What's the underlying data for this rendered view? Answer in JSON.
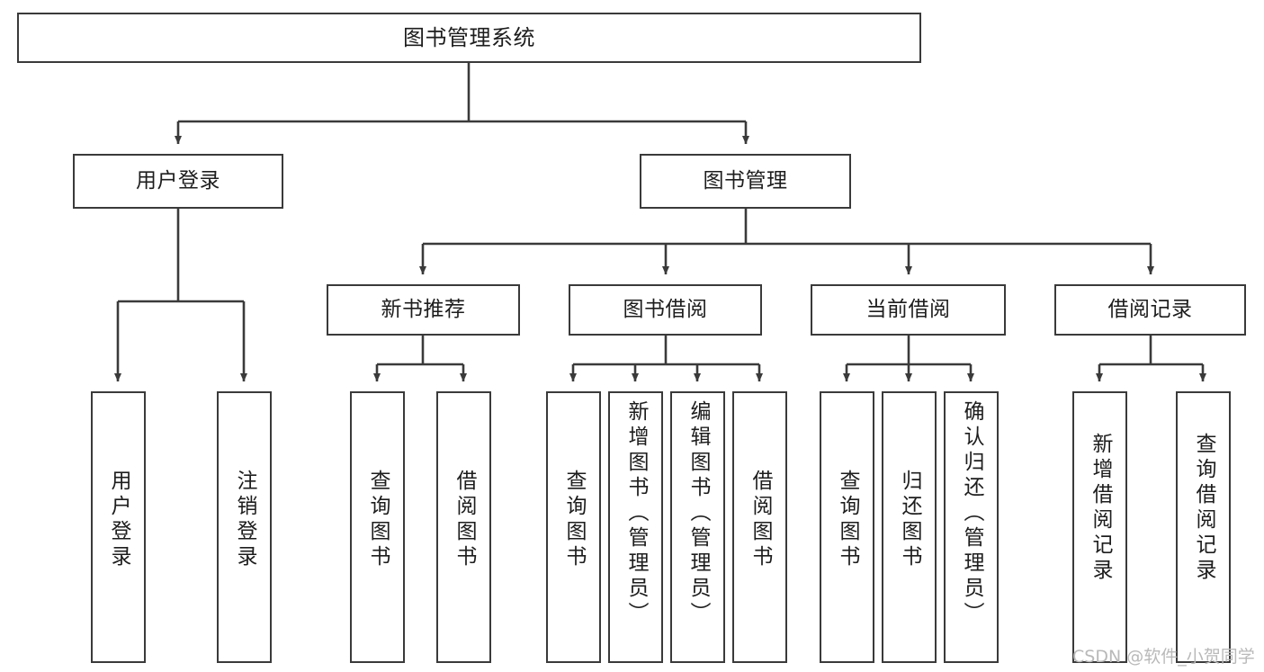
{
  "diagram": {
    "title": "图书管理系统",
    "type": "tree-hierarchy",
    "watermark": "CSDN @软件_小贺同学",
    "colors": {
      "background": "#ffffff",
      "node_border": "#3a3a3a",
      "node_fill": "#ffffff",
      "edge": "#3a3a3a",
      "text": "#1d1d1d",
      "watermark": "#b9b9b9"
    },
    "levels": {
      "level1": [
        "图书管理系统"
      ],
      "level2": [
        "用户登录",
        "图书管理"
      ],
      "level3": [
        "新书推荐",
        "图书借阅",
        "当前借阅",
        "借阅记录"
      ],
      "level4": [
        "用户登录",
        "注销登录",
        "查询图书",
        "借阅图书",
        "查询图书",
        "新增图书（管理员）",
        "编辑图书（管理员）",
        "借阅图书",
        "查询图书",
        "归还图书",
        "确认归还（管理员）",
        "新增借阅记录",
        "查询借阅记录"
      ]
    },
    "nodes": {
      "root": {
        "id": "root",
        "label": "图书管理系统",
        "level": 1,
        "orientation": "horizontal"
      },
      "user_login": {
        "id": "user_login",
        "label": "用户登录",
        "level": 2,
        "orientation": "horizontal"
      },
      "book_mgmt": {
        "id": "book_mgmt",
        "label": "图书管理",
        "level": 2,
        "orientation": "horizontal"
      },
      "new_book_rec": {
        "id": "new_book_rec",
        "label": "新书推荐",
        "level": 3,
        "orientation": "horizontal"
      },
      "book_borrow": {
        "id": "book_borrow",
        "label": "图书借阅",
        "level": 3,
        "orientation": "horizontal"
      },
      "current_borrow": {
        "id": "current_borrow",
        "label": "当前借阅",
        "level": 3,
        "orientation": "horizontal"
      },
      "borrow_record": {
        "id": "borrow_record",
        "label": "借阅记录",
        "level": 3,
        "orientation": "horizontal"
      },
      "leaf_user_login": {
        "id": "leaf_user_login",
        "label": "用户登录",
        "level": 4,
        "orientation": "vertical",
        "parent": "用户登录"
      },
      "leaf_logout": {
        "id": "leaf_logout",
        "label": "注销登录",
        "level": 4,
        "orientation": "vertical",
        "parent": "用户登录"
      },
      "leaf_query_book_a": {
        "id": "leaf_query_book_a",
        "label": "查询图书",
        "level": 4,
        "orientation": "vertical",
        "parent": "新书推荐"
      },
      "leaf_borrow_book_a": {
        "id": "leaf_borrow_book_a",
        "label": "借阅图书",
        "level": 4,
        "orientation": "vertical",
        "parent": "新书推荐"
      },
      "leaf_query_book_b": {
        "id": "leaf_query_book_b",
        "label": "查询图书",
        "level": 4,
        "orientation": "vertical",
        "parent": "图书借阅"
      },
      "leaf_add_book": {
        "id": "leaf_add_book",
        "label": "新增图书（管理员）",
        "level": 4,
        "orientation": "vertical",
        "parent": "图书借阅"
      },
      "leaf_edit_book": {
        "id": "leaf_edit_book",
        "label": "编辑图书（管理员）",
        "level": 4,
        "orientation": "vertical",
        "parent": "图书借阅"
      },
      "leaf_borrow_book_b": {
        "id": "leaf_borrow_book_b",
        "label": "借阅图书",
        "level": 4,
        "orientation": "vertical",
        "parent": "图书借阅"
      },
      "leaf_query_book_c": {
        "id": "leaf_query_book_c",
        "label": "查询图书",
        "level": 4,
        "orientation": "vertical",
        "parent": "当前借阅"
      },
      "leaf_return_book": {
        "id": "leaf_return_book",
        "label": "归还图书",
        "level": 4,
        "orientation": "vertical",
        "parent": "当前借阅"
      },
      "leaf_confirm_return": {
        "id": "leaf_confirm_return",
        "label": "确认归还（管理员）",
        "level": 4,
        "orientation": "vertical",
        "parent": "当前借阅"
      },
      "leaf_add_record": {
        "id": "leaf_add_record",
        "label": "新增借阅记录",
        "level": 4,
        "orientation": "vertical",
        "parent": "借阅记录"
      },
      "leaf_query_record": {
        "id": "leaf_query_record",
        "label": "查询借阅记录",
        "level": 4,
        "orientation": "vertical",
        "parent": "借阅记录"
      }
    },
    "edges": [
      {
        "from": "图书管理系统",
        "to": "用户登录"
      },
      {
        "from": "图书管理系统",
        "to": "图书管理"
      },
      {
        "from": "用户登录",
        "to": "用户登录"
      },
      {
        "from": "用户登录",
        "to": "注销登录"
      },
      {
        "from": "图书管理",
        "to": "新书推荐"
      },
      {
        "from": "图书管理",
        "to": "图书借阅"
      },
      {
        "from": "图书管理",
        "to": "当前借阅"
      },
      {
        "from": "图书管理",
        "to": "借阅记录"
      },
      {
        "from": "新书推荐",
        "to": "查询图书"
      },
      {
        "from": "新书推荐",
        "to": "借阅图书"
      },
      {
        "from": "图书借阅",
        "to": "查询图书"
      },
      {
        "from": "图书借阅",
        "to": "新增图书（管理员）"
      },
      {
        "from": "图书借阅",
        "to": "编辑图书（管理员）"
      },
      {
        "from": "图书借阅",
        "to": "借阅图书"
      },
      {
        "from": "当前借阅",
        "to": "查询图书"
      },
      {
        "from": "当前借阅",
        "to": "归还图书"
      },
      {
        "from": "当前借阅",
        "to": "确认归还（管理员）"
      },
      {
        "from": "借阅记录",
        "to": "新增借阅记录"
      },
      {
        "from": "借阅记录",
        "to": "查询借阅记录"
      }
    ]
  }
}
